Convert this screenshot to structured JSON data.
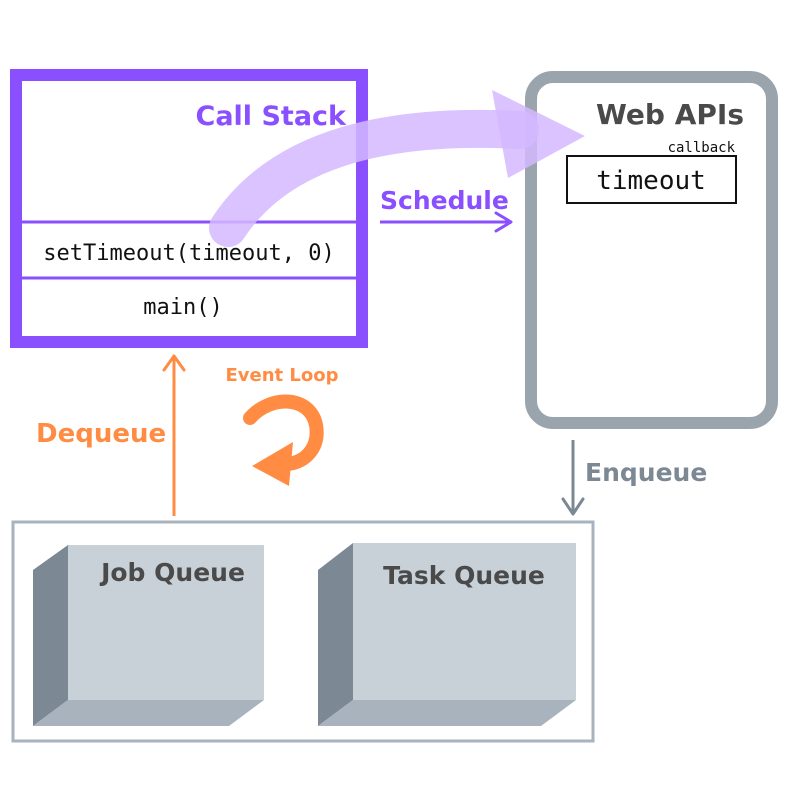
{
  "call_stack": {
    "title": "Call Stack",
    "frames": [
      "setTimeout(timeout, 0)",
      "main()"
    ]
  },
  "web_apis": {
    "title": "Web APIs",
    "callback_label": "callback",
    "callback_name": "timeout"
  },
  "arrows": {
    "schedule": "Schedule",
    "enqueue": "Enqueue",
    "dequeue": "Dequeue",
    "event_loop": "Event Loop"
  },
  "queues": {
    "job_queue": "Job Queue",
    "task_queue": "Task Queue"
  },
  "colors": {
    "call_stack": "#8a4fff",
    "call_stack_flow": "#d4b9ff",
    "web_apis": "#9aa4ad",
    "event_loop": "#ff8c42",
    "queue_front": "#c8d0d8",
    "queue_side": "#7c8894",
    "queue_bottom": "#a9b3bd",
    "queue_text": "#4a4a4a"
  }
}
